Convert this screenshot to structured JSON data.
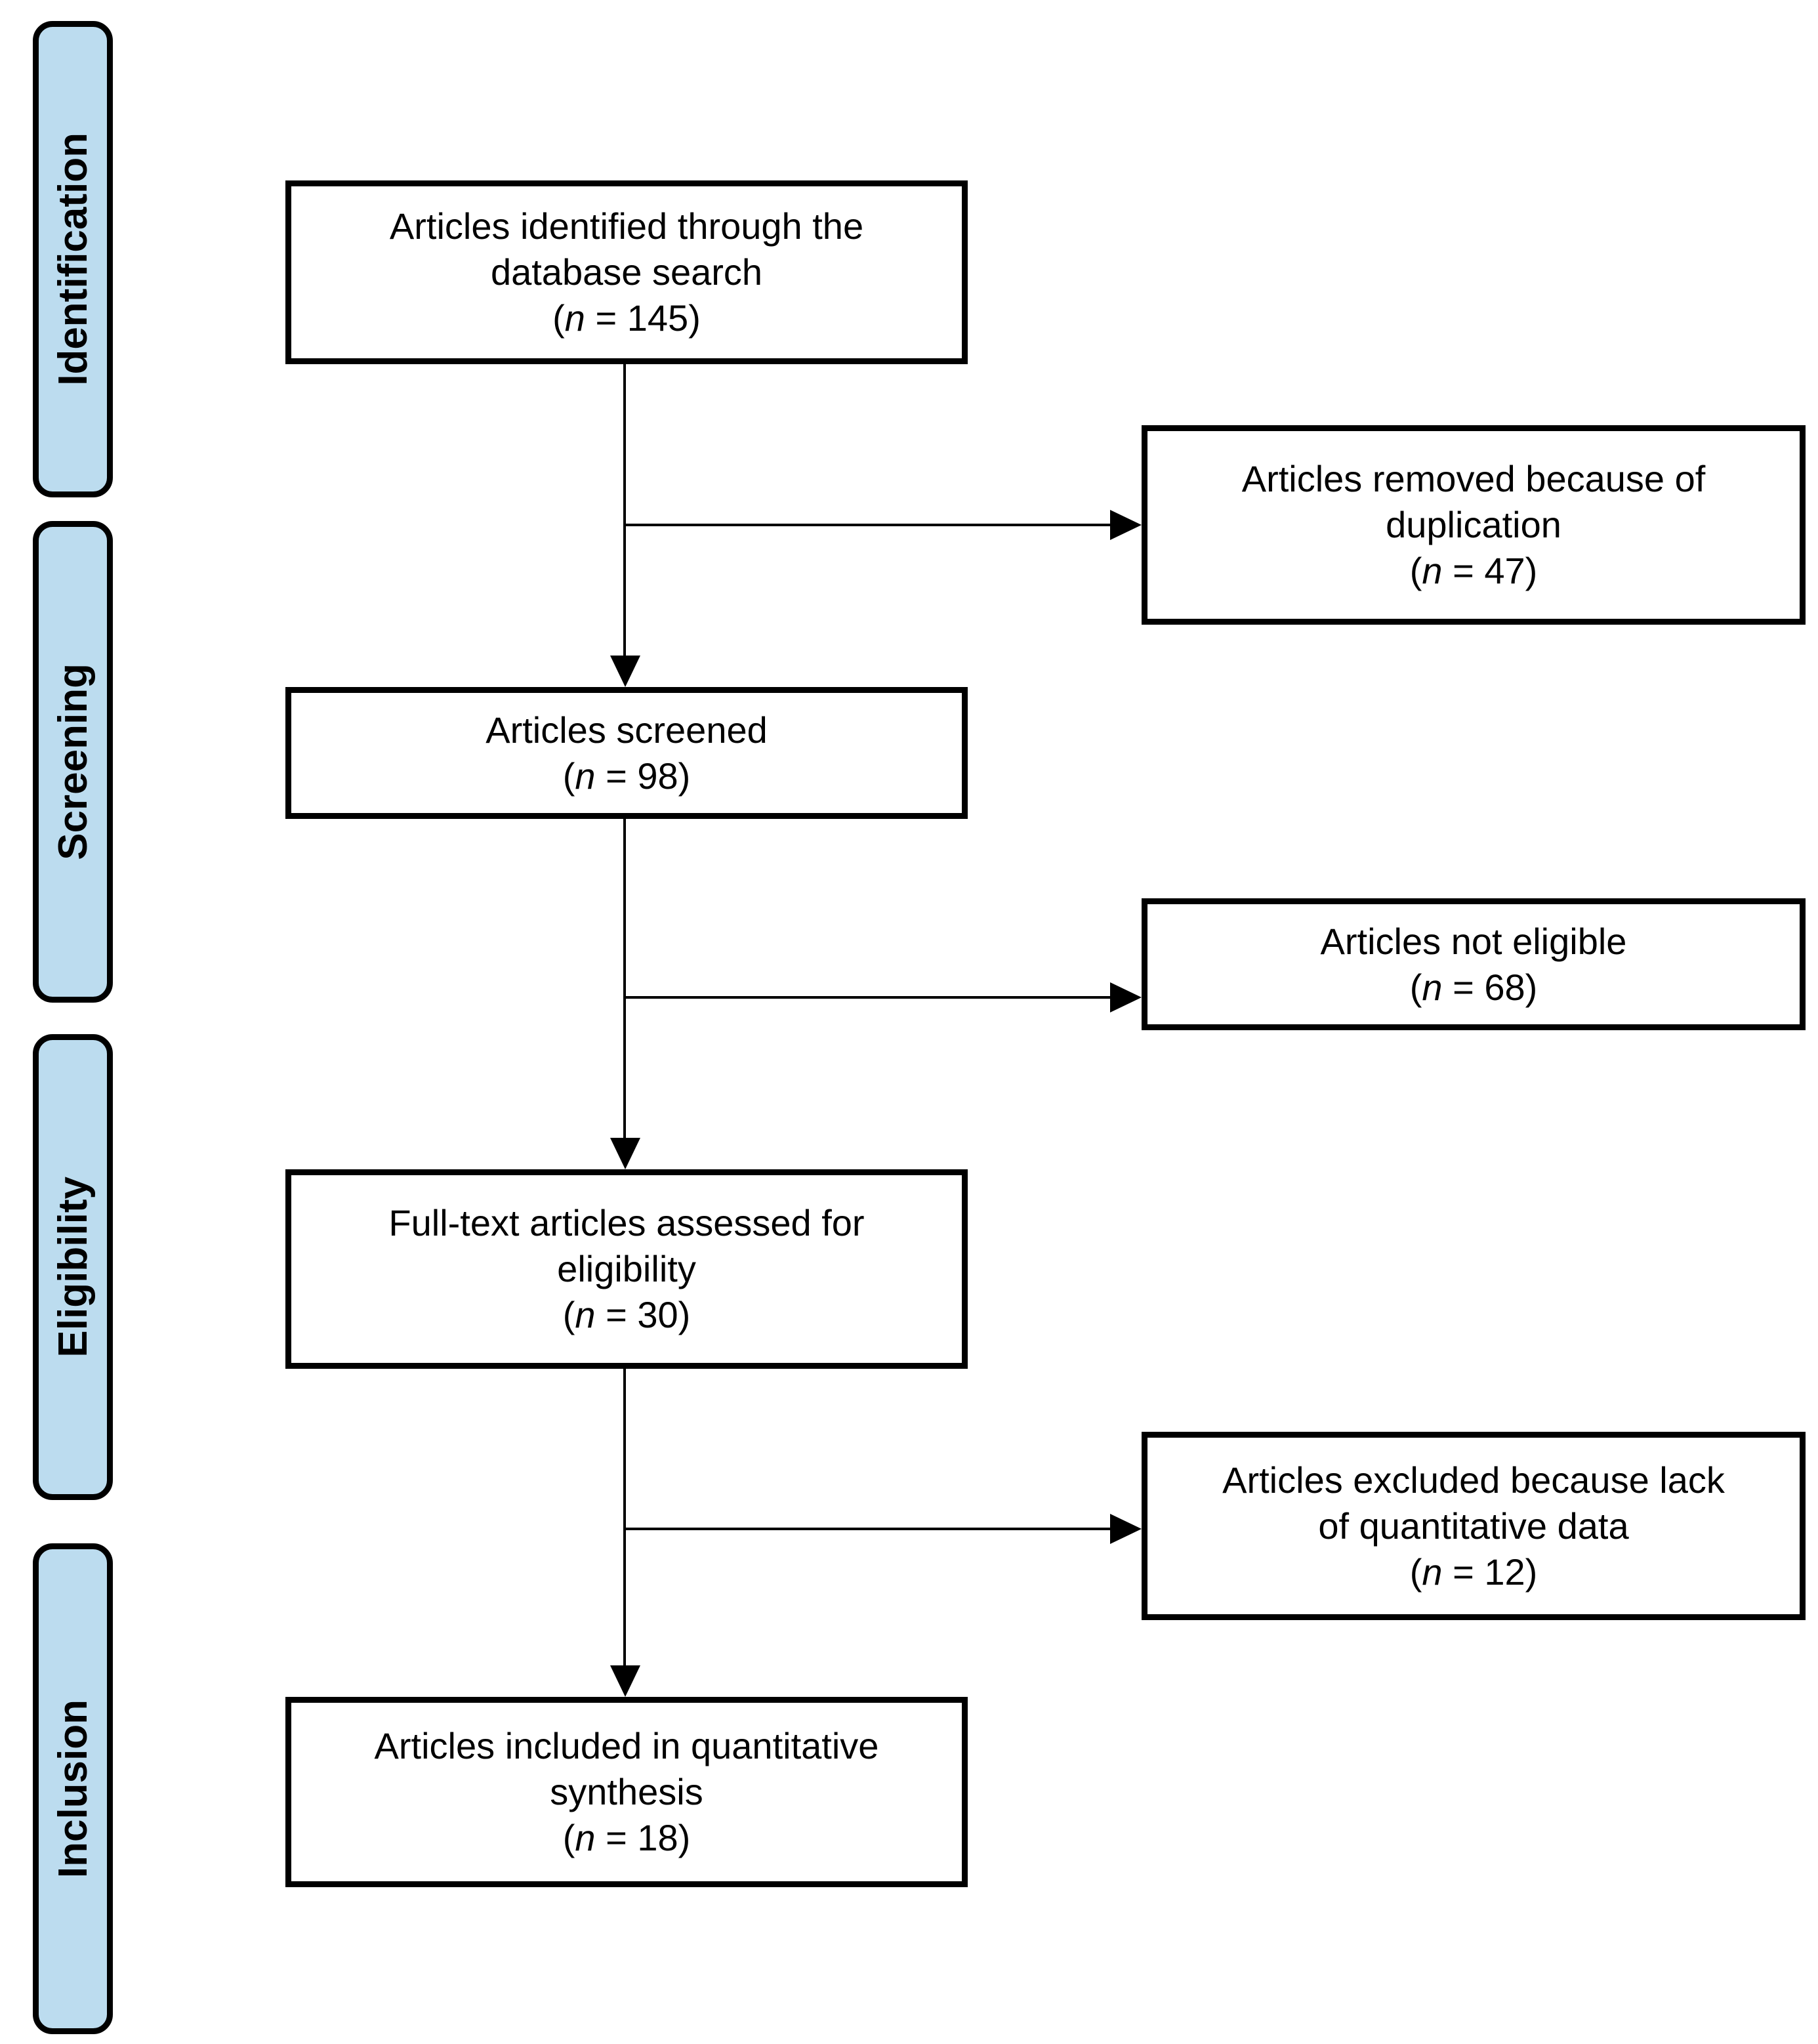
{
  "palette": {
    "sidebar_fill": "#bcdcef",
    "box_fill": "#ffffff",
    "border": "#000000",
    "background": "#ffffff",
    "text": "#000000"
  },
  "sidebar": {
    "stages": [
      {
        "label": "Identification"
      },
      {
        "label": "Screening"
      },
      {
        "label": "Eligibility"
      },
      {
        "label": "Inclusion"
      }
    ]
  },
  "flow": {
    "main_boxes": [
      {
        "line1": "Articles identified through the",
        "line2": "database search",
        "count": {
          "open": "(",
          "var": "n",
          "eq": " = ",
          "value": "145",
          "close": ")"
        }
      },
      {
        "line1": "Articles screened",
        "count": {
          "open": "(",
          "var": "n",
          "eq": " = ",
          "value": "98",
          "close": ")"
        }
      },
      {
        "line1": "Full-text articles assessed for",
        "line2": "eligibility",
        "count": {
          "open": "(",
          "var": "n",
          "eq": " = ",
          "value": "30",
          "close": ")"
        }
      },
      {
        "line1": "Articles included in quantitative",
        "line2": "synthesis",
        "count": {
          "open": "(",
          "var": "n",
          "eq": " = ",
          "value": "18",
          "close": ")"
        }
      }
    ],
    "side_boxes": [
      {
        "line1": "Articles removed because of",
        "line2": "duplication",
        "count": {
          "open": "(",
          "var": "n",
          "eq": " = ",
          "value": "47",
          "close": ")"
        }
      },
      {
        "line1": "Articles not eligible",
        "count": {
          "open": "(",
          "var": "n",
          "eq": " = ",
          "value": "68",
          "close": ")"
        }
      },
      {
        "line1": "Articles excluded because lack",
        "line2": "of quantitative data",
        "count": {
          "open": "(",
          "var": "n",
          "eq": " = ",
          "value": "12",
          "close": ")"
        }
      }
    ]
  }
}
